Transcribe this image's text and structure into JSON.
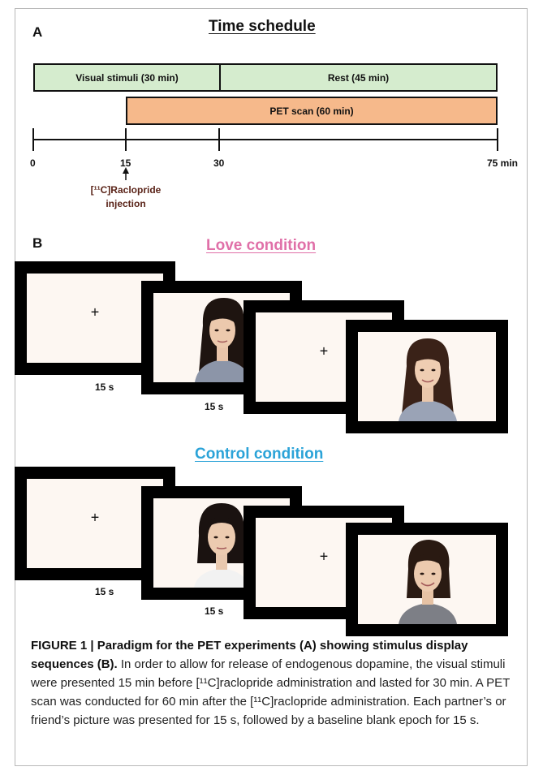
{
  "panel_a": {
    "letter": "A",
    "title": "Time schedule",
    "bars": {
      "visual": "Visual stimuli (30 min)",
      "rest": "Rest (45 min)",
      "pet": "PET scan (60 min)"
    },
    "ticks": [
      "0",
      "15",
      "30",
      "75 min"
    ],
    "injection": {
      "line1": "[¹¹C]Raclopride",
      "line2": "injection"
    }
  },
  "panel_b": {
    "letter": "B",
    "love": {
      "title": "Love condition",
      "fixation": "+",
      "duration_1": "15 s",
      "duration_2": "15 s"
    },
    "control": {
      "title": "Control condition",
      "fixation": "+",
      "duration_1": "15 s",
      "duration_2": "15 s"
    }
  },
  "caption": {
    "bold": "FIGURE 1 | Paradigm for the PET experiments (A) showing stimulus display sequences (B).",
    "text": " In order to allow for release of endogenous dopamine, the visual stimuli were presented 15 min before [¹¹C]raclopride administration and lasted for 30 min. A PET scan was conducted for 60 min after the [¹¹C]raclopride administration. Each partner’s or friend’s picture was presented for 15 s, followed by a baseline blank epoch for 15 s."
  },
  "colors": {
    "visual_bar": "#d5ecce",
    "rest_bar": "#d5ecce",
    "pet_bar": "#f6b98b",
    "injection_text": "#5a2318",
    "love_title": "#e070a8",
    "control_title": "#2ba3d8",
    "slide_border": "#000000",
    "slide_fill": "#fdf7f2"
  }
}
